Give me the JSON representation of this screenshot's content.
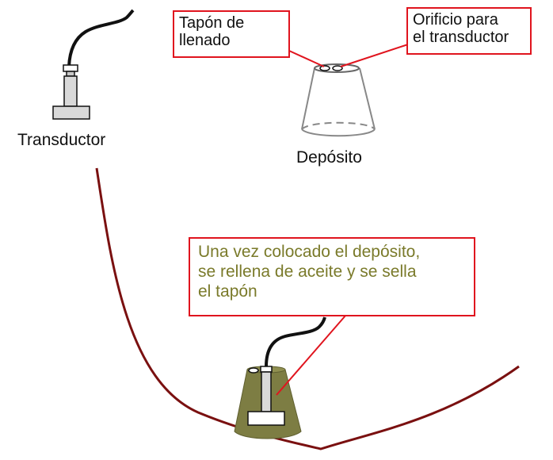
{
  "labels": {
    "transducer": "Transductor",
    "reservoir": "Depósito"
  },
  "callouts": {
    "fill_plug": {
      "lines": [
        "Tapón de",
        "llenado"
      ]
    },
    "transducer_hole": {
      "lines": [
        "Orificio para",
        "el transductor"
      ]
    },
    "note": {
      "lines": [
        "Una vez colocado el depósito,",
        "se rellena de aceite y se sella",
        "el tapón"
      ]
    }
  },
  "colors": {
    "callout_border": "#e0141e",
    "note_text": "#7a7a2a",
    "curve": "#7a1010",
    "oil_fill": "#7d7d43",
    "cable": "#111111"
  }
}
